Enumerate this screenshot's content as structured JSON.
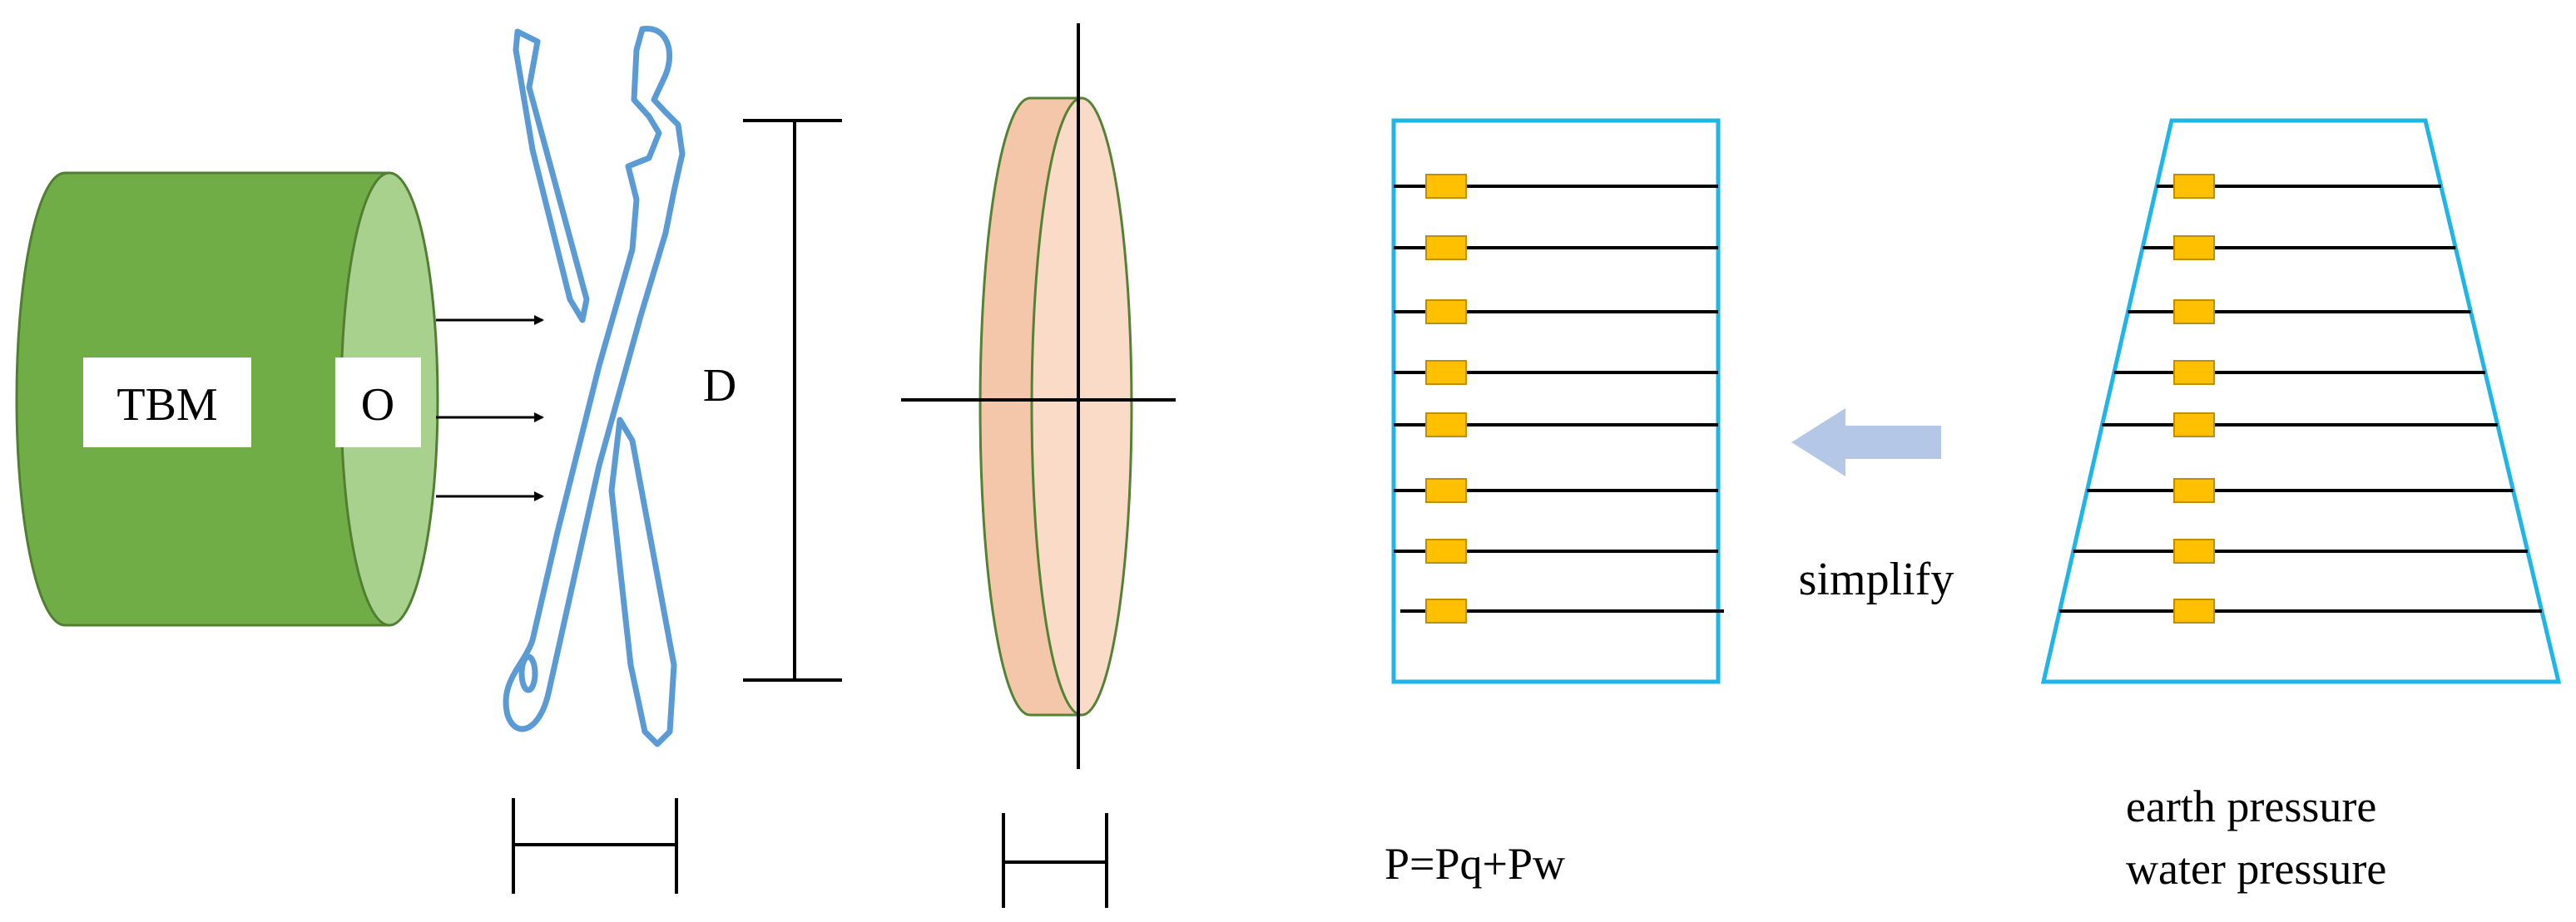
{
  "labels": {
    "tbm": "TBM",
    "origin": "O",
    "diameter": "D",
    "simplify": "simplify",
    "formula": "P=Pq+Pw",
    "earth_pressure": "earth pressure",
    "water_pressure": "water pressure"
  },
  "colors": {
    "tbm_body": "#70AD47",
    "tbm_face": "#A9D18E",
    "tbm_outline": "#507E32",
    "tool_blue": "#5B9BD5",
    "disc_side": "#F4C7AB",
    "disc_face": "#FADBC8",
    "disc_outline": "#548235",
    "frame_blue": "#1FB5E8",
    "sensor_fill": "#FFC000",
    "sensor_stroke": "#BF8F00",
    "arrow_blue": "#B4C7E7"
  },
  "icons": {
    "cutting_tools": "crossed-wrench-icon",
    "transfer_arrow": "left-arrow-icon"
  },
  "sensor_rows": 8
}
